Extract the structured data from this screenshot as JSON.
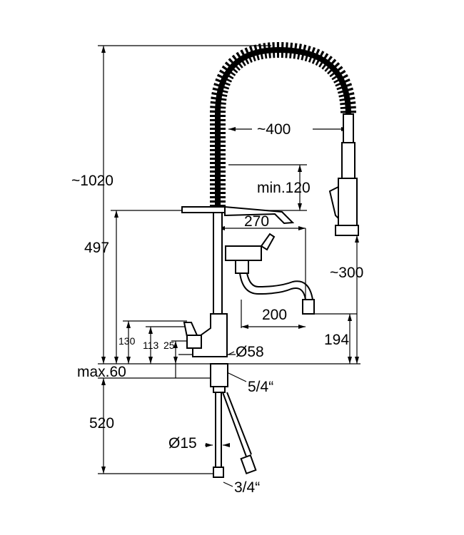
{
  "diagram": {
    "dimensions": {
      "total_height": "~1020",
      "spray_reach": "~400",
      "min_spring": "min.120",
      "pre_rinse_arm": "270",
      "upper_height": "497",
      "spray_drop": "~300",
      "spout_reach": "200",
      "spout_height": "194",
      "h130": "130",
      "h113": "113",
      "h25": "25",
      "base_diameter": "Ø58",
      "max_deck": "max.60",
      "thread_top": "5/4“",
      "hose_length": "520",
      "hose_diameter": "Ø15",
      "thread_bottom": "3/4“"
    }
  }
}
